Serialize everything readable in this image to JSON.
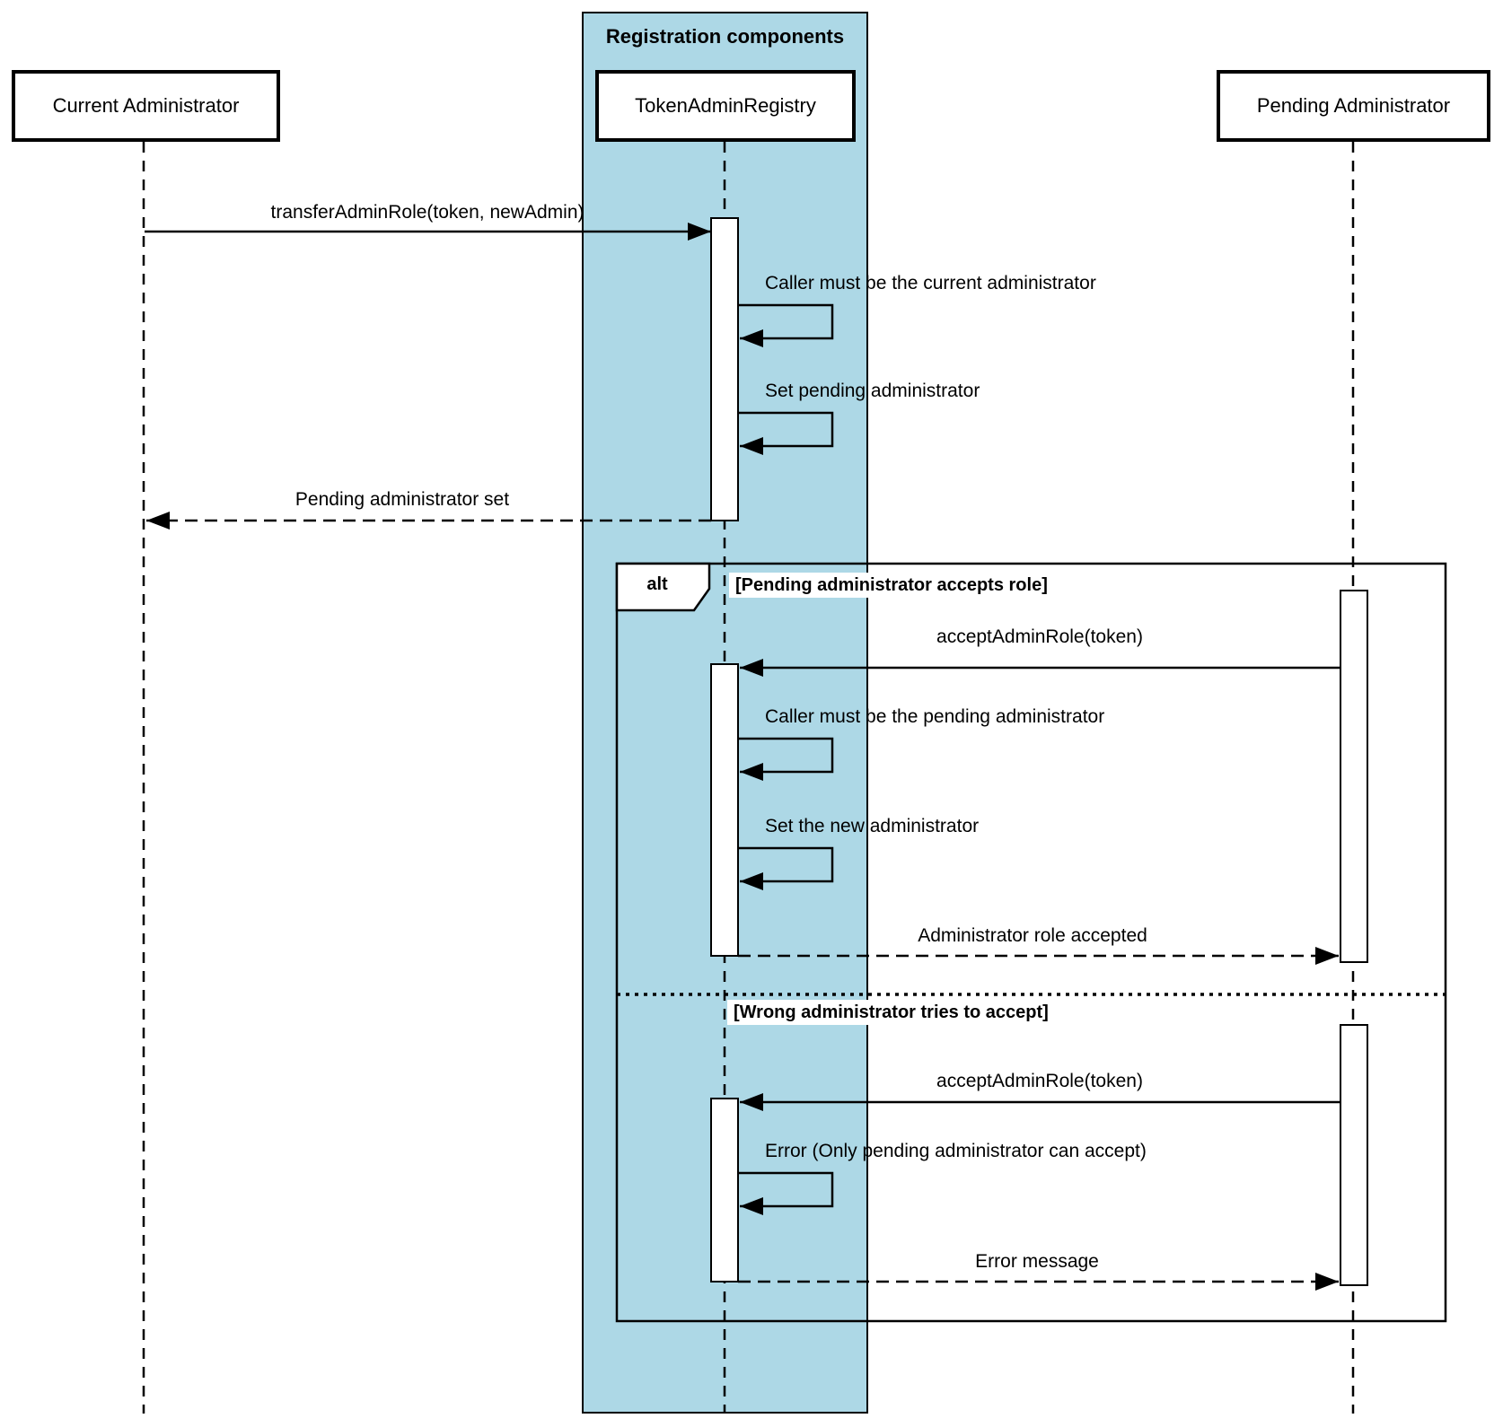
{
  "frame": {
    "title": "Registration components"
  },
  "actors": [
    {
      "label": "Current Administrator"
    },
    {
      "label": "TokenAdminRegistry"
    },
    {
      "label": "Pending Administrator"
    }
  ],
  "alt": {
    "operator": "alt",
    "conditions": [
      "[Pending administrator accepts role]",
      "[Wrong administrator tries to accept]"
    ]
  },
  "messages": {
    "transfer_admin_role": "transferAdminRole(token, newAdmin)",
    "caller_must_be_current": "Caller must be the current administrator",
    "set_pending_administrator": "Set pending administrator",
    "pending_administrator_set": "Pending administrator set",
    "accept_admin_role_1": "acceptAdminRole(token)",
    "caller_must_be_pending": "Caller must be the pending administrator",
    "set_new_administrator": "Set the new administrator",
    "administrator_role_accepted": "Administrator role accepted",
    "accept_admin_role_2": "acceptAdminRole(token)",
    "error_only_pending": "Error (Only pending administrator can accept)",
    "error_message": "Error message"
  },
  "colors": {
    "frame_fill": "#ADD8E6",
    "line": "#000000",
    "activation_fill": "#FFFFFF",
    "background": "#FFFFFF"
  }
}
